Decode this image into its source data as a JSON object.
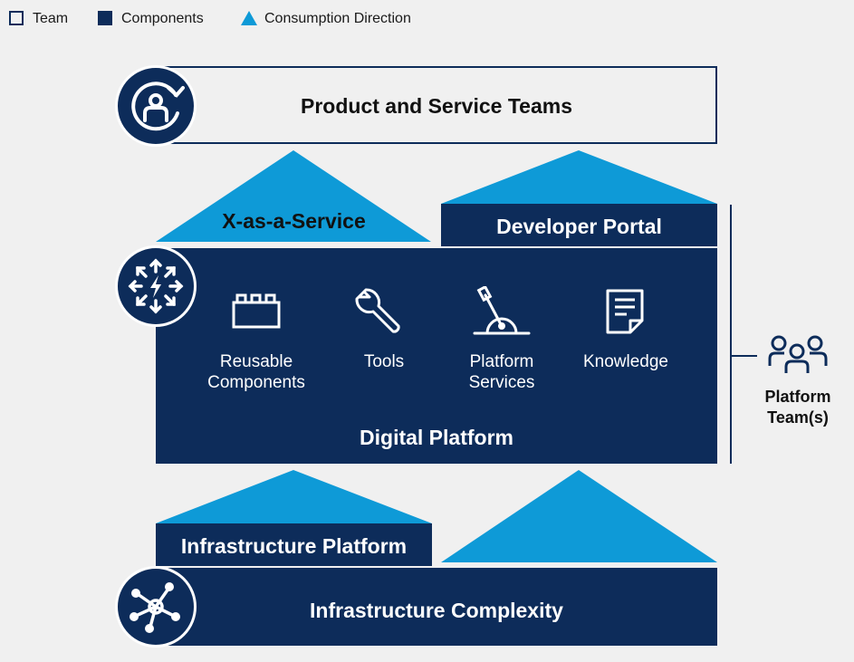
{
  "legend": {
    "team": "Team",
    "components": "Components",
    "direction": "Consumption Direction"
  },
  "product_teams": {
    "title": "Product and Service Teams"
  },
  "xaas": {
    "label": "X-as-a-Service"
  },
  "developer_portal": {
    "label": "Developer Portal"
  },
  "digital_platform": {
    "title": "Digital Platform",
    "items": [
      {
        "label_line1": "Reusable",
        "label_line2": "Components"
      },
      {
        "label_line1": "Tools",
        "label_line2": ""
      },
      {
        "label_line1": "Platform",
        "label_line2": "Services"
      },
      {
        "label_line1": "Knowledge",
        "label_line2": ""
      }
    ]
  },
  "platform_teams": {
    "line1": "Platform",
    "line2": "Team(s)"
  },
  "infrastructure_platform": {
    "label": "Infrastructure Platform"
  },
  "infrastructure_complexity": {
    "title": "Infrastructure Complexity"
  },
  "colors": {
    "navy": "#0d2c5a",
    "blue": "#0e9ad7",
    "background": "#f0f0f0"
  }
}
